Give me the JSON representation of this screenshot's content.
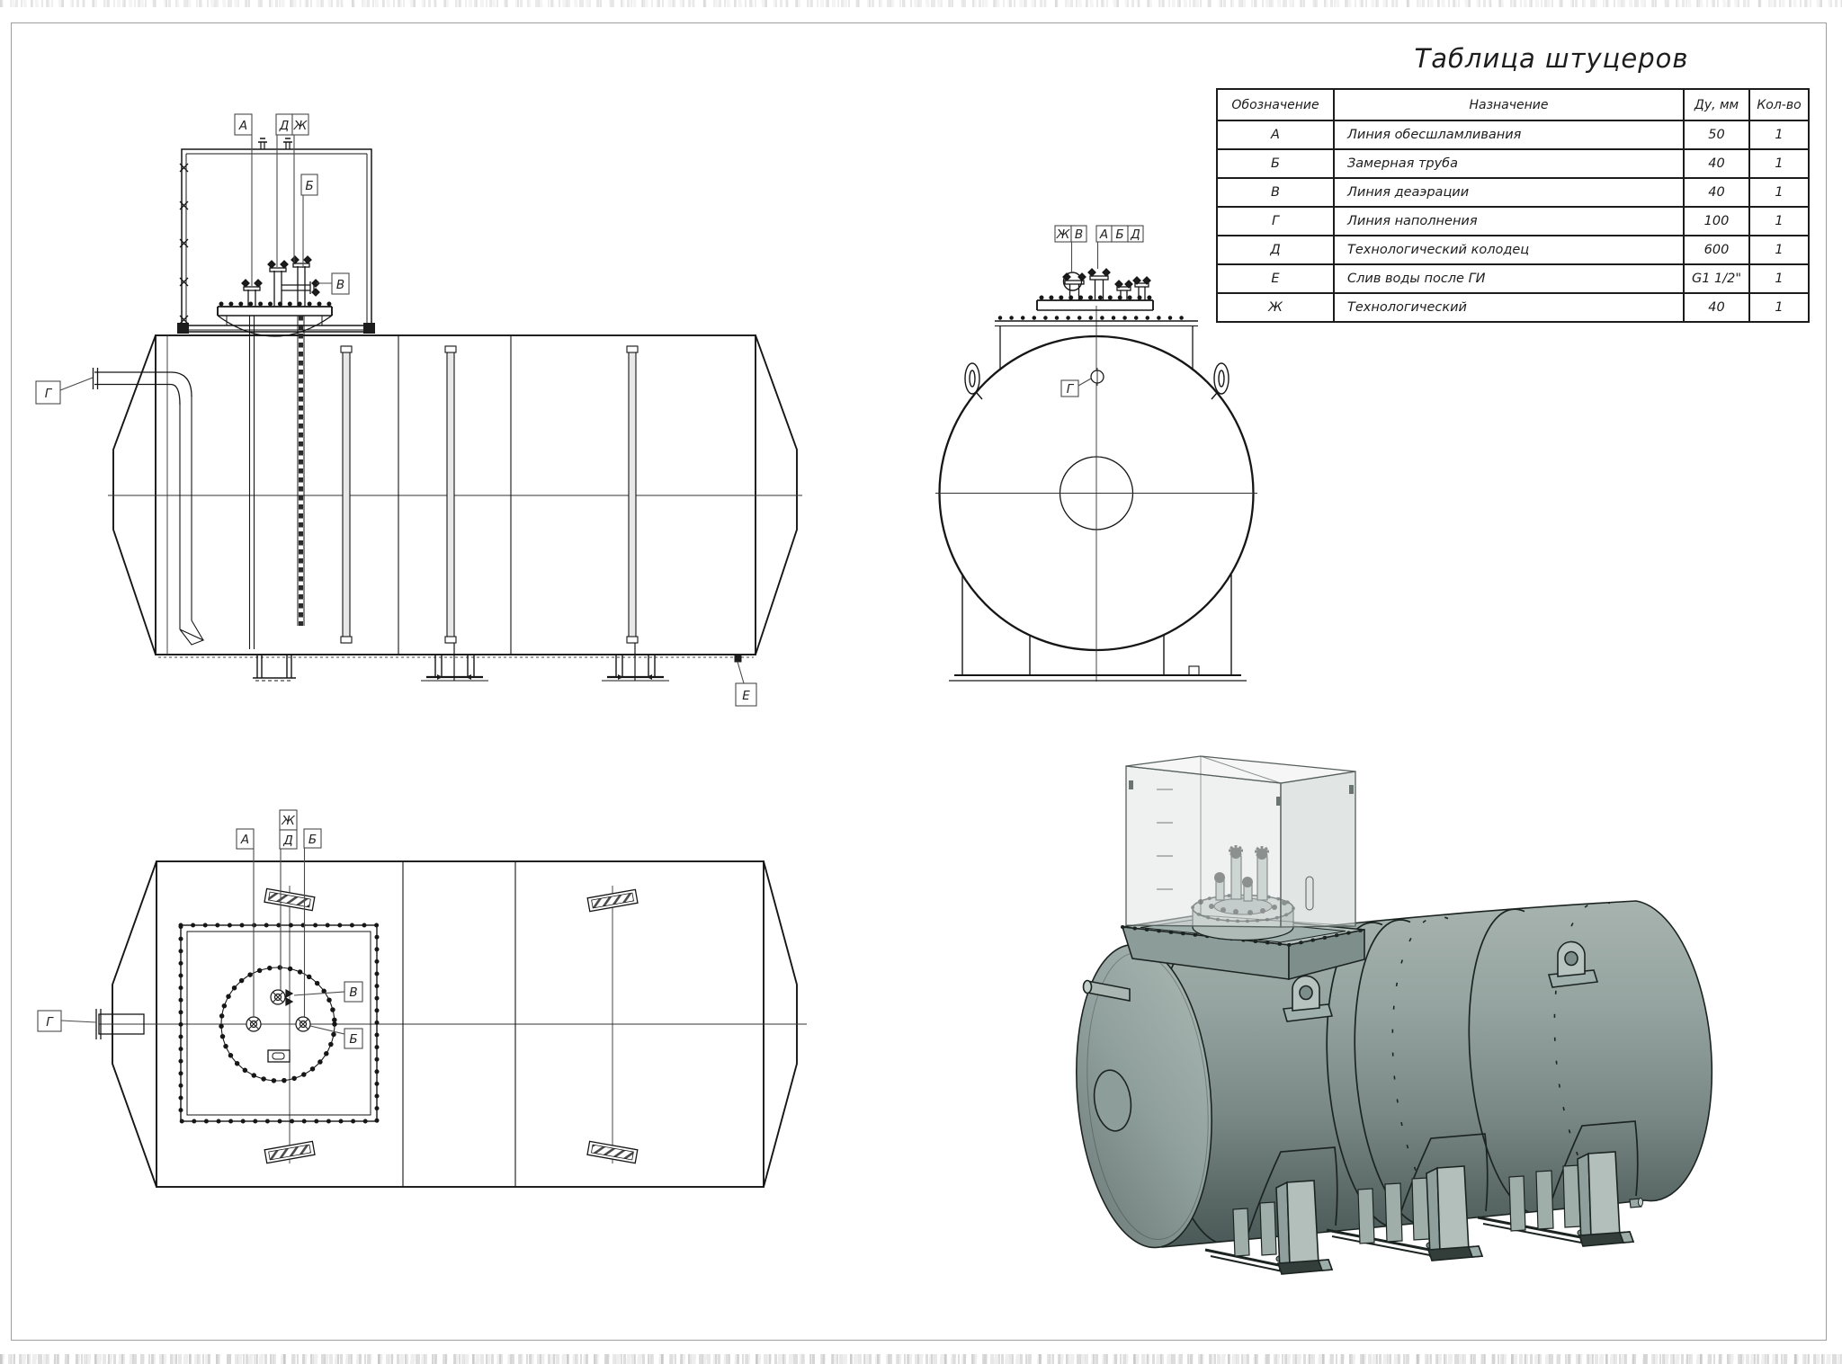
{
  "sheet": {
    "kind": "technical drawing",
    "background": "#ffffff",
    "frame_color": "#9e9e9e",
    "line_color": "#1c1c1c"
  },
  "table": {
    "title": "Таблица штуцеров",
    "columns": [
      "Обозначение",
      "Назначение",
      "Ду, мм",
      "Кол-во"
    ],
    "rows": [
      {
        "mark": "А",
        "purpose": "Линия обесшламливания",
        "dn": "50",
        "qty": "1"
      },
      {
        "mark": "Б",
        "purpose": "Замерная труба",
        "dn": "40",
        "qty": "1"
      },
      {
        "mark": "В",
        "purpose": "Линия деаэрации",
        "dn": "40",
        "qty": "1"
      },
      {
        "mark": "Г",
        "purpose": "Линия наполнения",
        "dn": "100",
        "qty": "1"
      },
      {
        "mark": "Д",
        "purpose": "Технологический колодец",
        "dn": "600",
        "qty": "1"
      },
      {
        "mark": "Е",
        "purpose": "Слив воды после ГИ",
        "dn": "G1 1/2\"",
        "qty": "1"
      },
      {
        "mark": "Ж",
        "purpose": "Технологический",
        "dn": "40",
        "qty": "1"
      }
    ]
  },
  "labels": {
    "a": "А",
    "b": "Б",
    "v": "В",
    "g": "Г",
    "d": "Д",
    "e": "Е",
    "zh": "Ж"
  },
  "iso_colors": {
    "shell_top": "#a7b3af",
    "shell_mid": "#8e9d99",
    "shell_low": "#647370",
    "shell_bottom": "#4a5957",
    "cap_light": "#aab7b3",
    "cap_dark": "#6e7d7a",
    "glass": "#e3e7e6",
    "fitting": "#b6c3bf",
    "outline": "#1c2422"
  }
}
